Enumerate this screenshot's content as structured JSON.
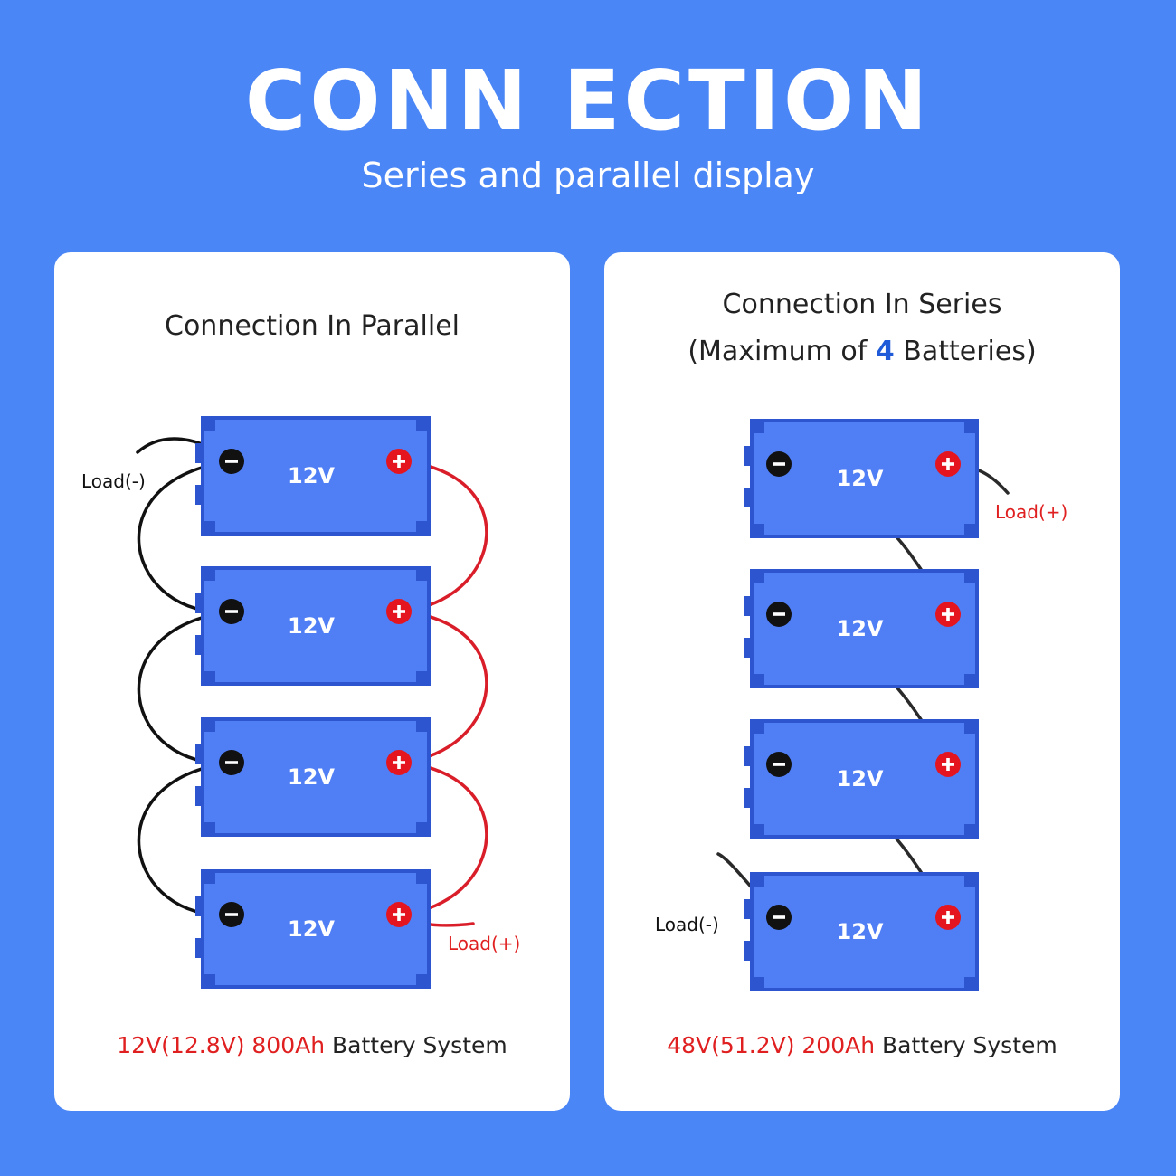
{
  "title": "CONN ECTION",
  "subtitle": "Series and parallel display",
  "colors": {
    "background": "#4b86f6",
    "battery_fill": "#4f7ef5",
    "battery_border": "#2d55d0",
    "positive_wire": "#d91e2a",
    "negative_wire": "#111111",
    "highlight_text": "#e02020"
  },
  "parallel": {
    "title": "Connection In Parallel",
    "battery_label": "12V",
    "load_negative": "Load(-)",
    "load_positive": "Load(+)",
    "summary_highlight": "12V(12.8V) 800Ah",
    "summary_rest": " Battery System",
    "battery_count": 4
  },
  "series": {
    "title_line1": "Connection In Series",
    "title_line2_pre": "(Maximum of ",
    "title_line2_num": "4",
    "title_line2_post": " Batteries)",
    "battery_label": "12V",
    "load_negative": "Load(-)",
    "load_positive": "Load(+)",
    "summary_highlight": "48V(51.2V) 200Ah",
    "summary_rest": " Battery System",
    "battery_count": 4
  }
}
